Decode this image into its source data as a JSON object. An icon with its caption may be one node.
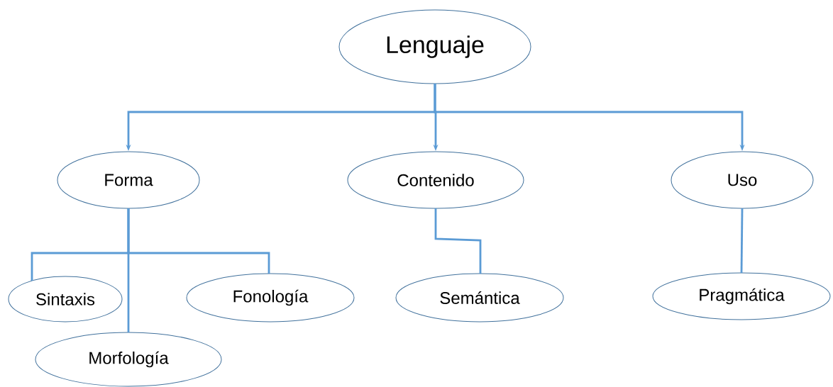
{
  "diagram": {
    "nodes": [
      {
        "text": [
          "Lenguaje"
        ]
      },
      {
        "text": [
          "Forma"
        ]
      },
      {
        "text": [
          "Contenido"
        ]
      },
      {
        "text": [
          "Uso"
        ]
      },
      {
        "text": [
          "Sintaxis"
        ]
      },
      {
        "text": [
          "Fonología"
        ]
      },
      {
        "text": [
          "Semántica"
        ]
      },
      {
        "text": [
          "Pragmática"
        ]
      },
      {
        "text": [
          "Morfología"
        ]
      }
    ],
    "edges": [
      {
        "from": 0,
        "to": 1,
        "arrow": "to"
      },
      {
        "from": 0,
        "to": 2,
        "arrow": "to"
      },
      {
        "from": 0,
        "to": 3,
        "arrow": "to"
      },
      {
        "from": 1,
        "to": 4,
        "arrow": "none"
      },
      {
        "from": 1,
        "to": 5,
        "arrow": "none"
      },
      {
        "from": 1,
        "to": 8,
        "arrow": "none"
      },
      {
        "from": 2,
        "to": 6,
        "arrow": "none"
      },
      {
        "from": 3,
        "to": 7,
        "arrow": "none"
      }
    ]
  }
}
